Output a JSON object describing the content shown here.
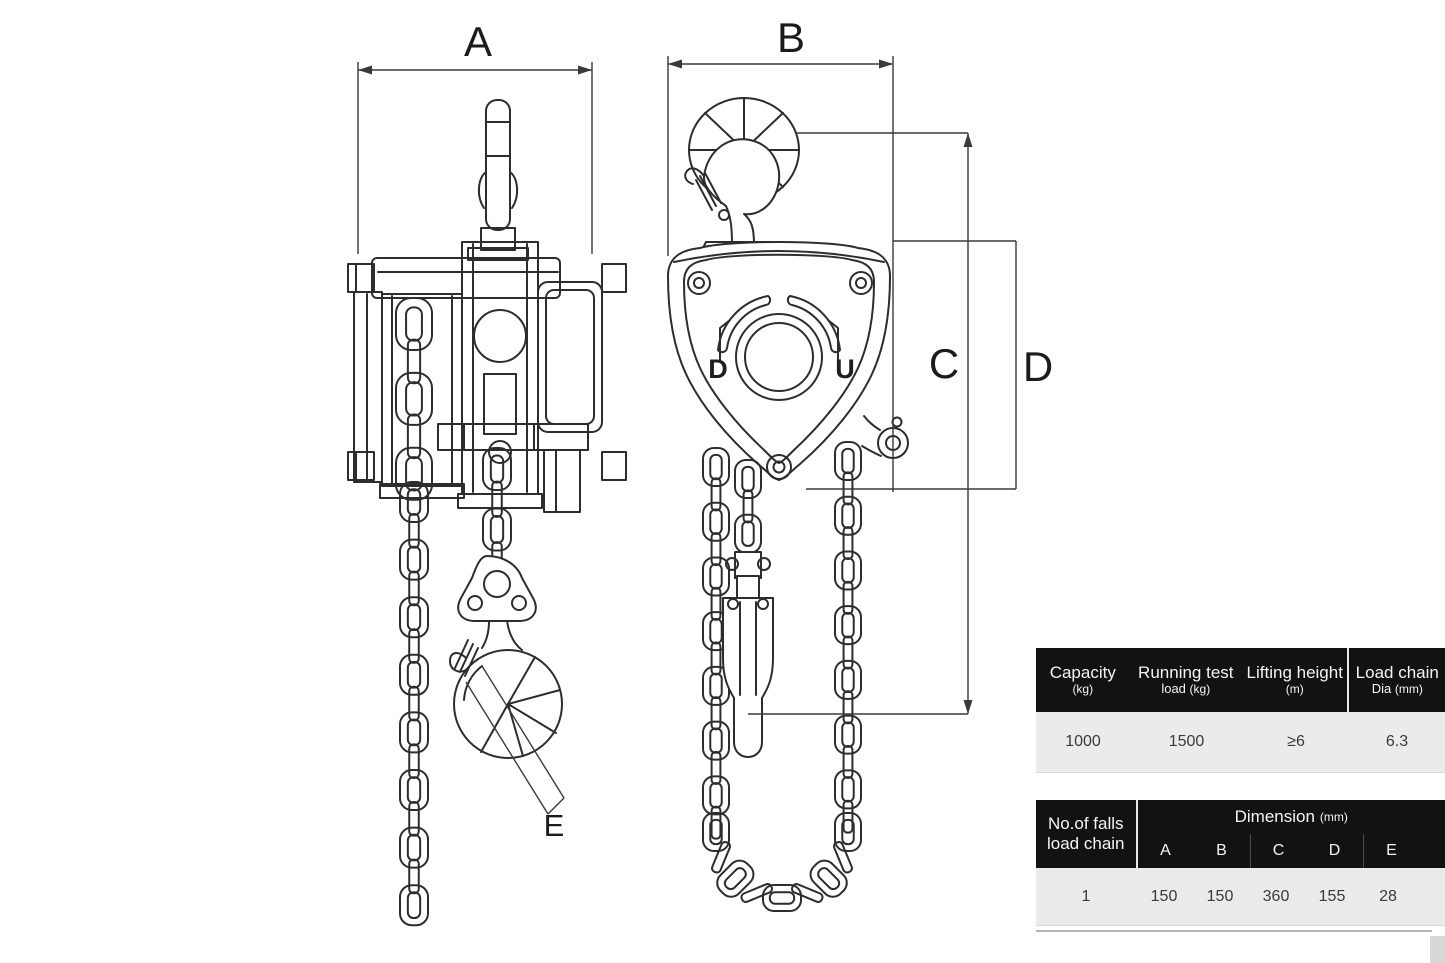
{
  "drawing": {
    "dimension_labels": {
      "A": "A",
      "B": "B",
      "C": "C",
      "D": "D",
      "E": "E"
    },
    "wheel_markings": {
      "down": "D",
      "up": "U"
    }
  },
  "tables": {
    "specs": {
      "columns": [
        {
          "title": "Capacity",
          "unit": "(kg)"
        },
        {
          "title": "Running test",
          "title2": "load",
          "unit": "(kg)"
        },
        {
          "title": "Lifting height",
          "unit": "(m)"
        },
        {
          "title": "Load chain",
          "title2": "Dia",
          "unit": "(mm)"
        }
      ],
      "values": [
        "1000",
        "1500",
        "≥6",
        "6.3"
      ]
    },
    "dimensions": {
      "row_header_line1": "No.of falls",
      "row_header_line2": "load chain",
      "group_title": "Dimension",
      "group_unit": "(mm)",
      "columns": [
        "A",
        "B",
        "C",
        "D",
        "E"
      ],
      "falls_value": "1",
      "values": [
        "150",
        "150",
        "360",
        "155",
        "28"
      ]
    }
  }
}
